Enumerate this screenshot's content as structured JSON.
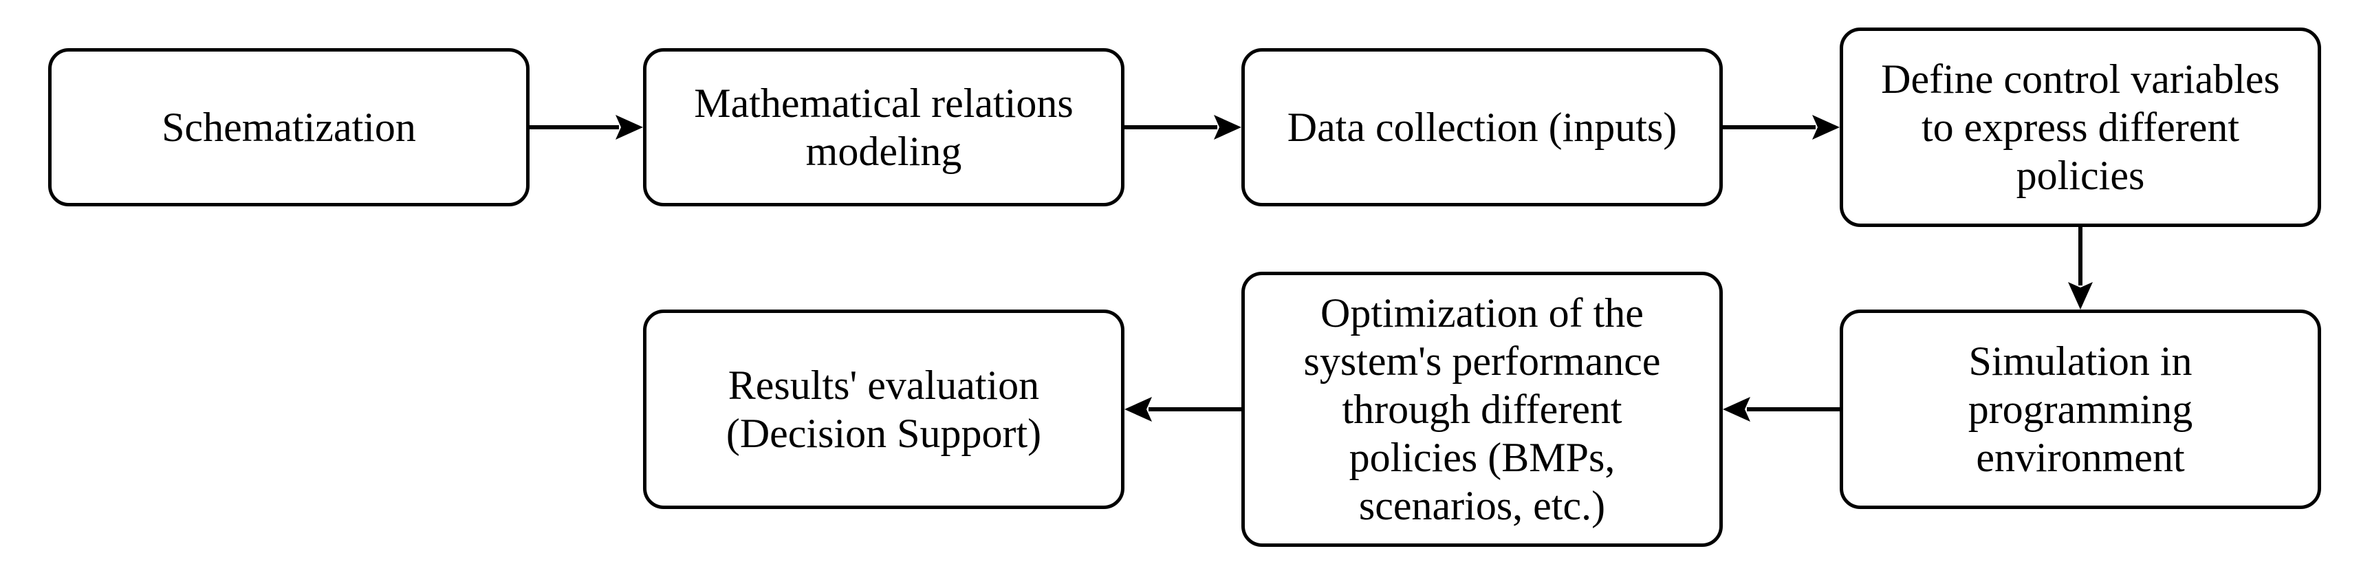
{
  "diagram": {
    "nodes": [
      {
        "id": "schematization",
        "label": "Schematization"
      },
      {
        "id": "math-modeling",
        "label": "Mathematical relations\nmodeling"
      },
      {
        "id": "data-collection",
        "label": "Data collection (inputs)"
      },
      {
        "id": "control-vars",
        "label": "Define control variables\nto express different\npolicies"
      },
      {
        "id": "simulation",
        "label": "Simulation in\nprogramming\nenvironment"
      },
      {
        "id": "optimization",
        "label": "Optimization of the\nsystem's performance\nthrough different\npolicies (BMPs,\nscenarios, etc.)"
      },
      {
        "id": "results",
        "label": "Results' evaluation\n(Decision Support)"
      }
    ],
    "edges": [
      {
        "from": "schematization",
        "to": "math-modeling"
      },
      {
        "from": "math-modeling",
        "to": "data-collection"
      },
      {
        "from": "data-collection",
        "to": "control-vars"
      },
      {
        "from": "control-vars",
        "to": "simulation"
      },
      {
        "from": "simulation",
        "to": "optimization"
      },
      {
        "from": "optimization",
        "to": "results"
      }
    ],
    "colors": {
      "stroke": "#000000",
      "fill": "#ffffff",
      "text": "#000000"
    }
  }
}
